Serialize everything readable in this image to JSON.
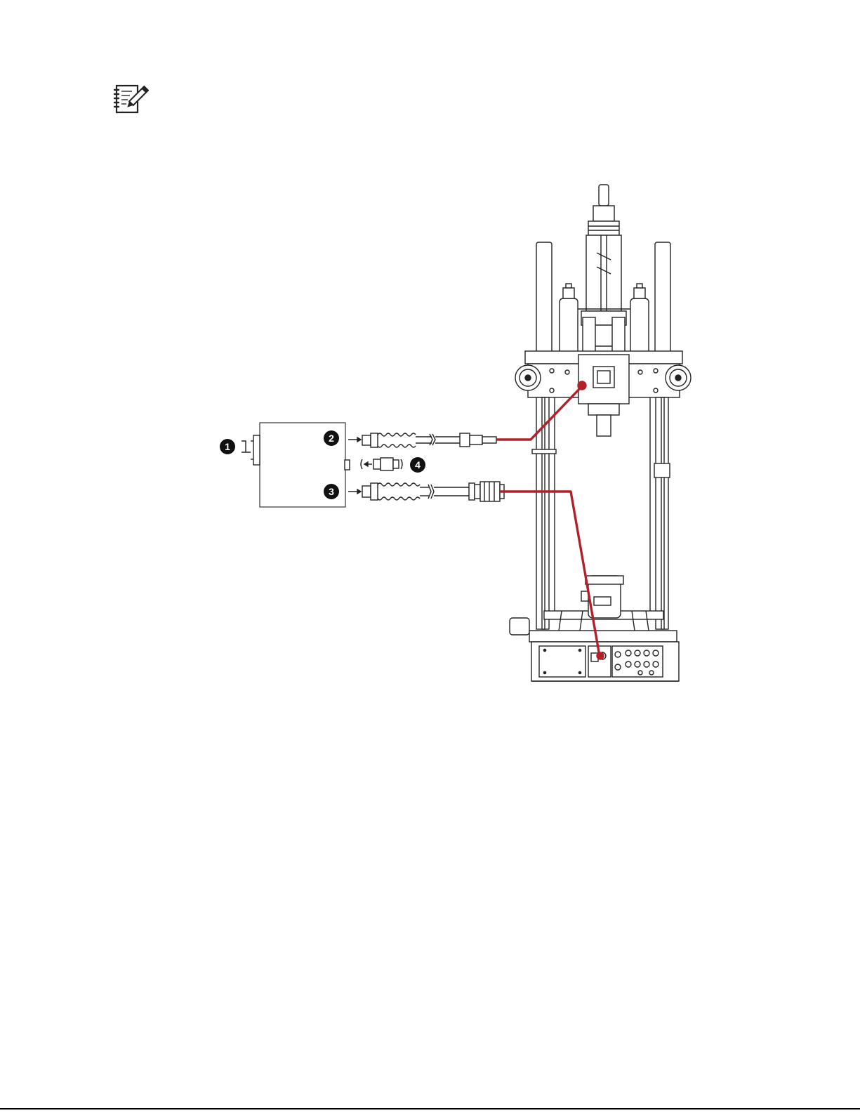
{
  "icons": {
    "note": "note-pad-pencil-icon"
  },
  "diagram": {
    "callouts": [
      {
        "id": "callout-1",
        "label": "1"
      },
      {
        "id": "callout-2",
        "label": "2"
      },
      {
        "id": "callout-3",
        "label": "3"
      },
      {
        "id": "callout-4",
        "label": "4"
      }
    ]
  },
  "colors": {
    "cable_highlight": "#b3202a",
    "line_art": "#222222",
    "callout_fill": "#111111"
  }
}
